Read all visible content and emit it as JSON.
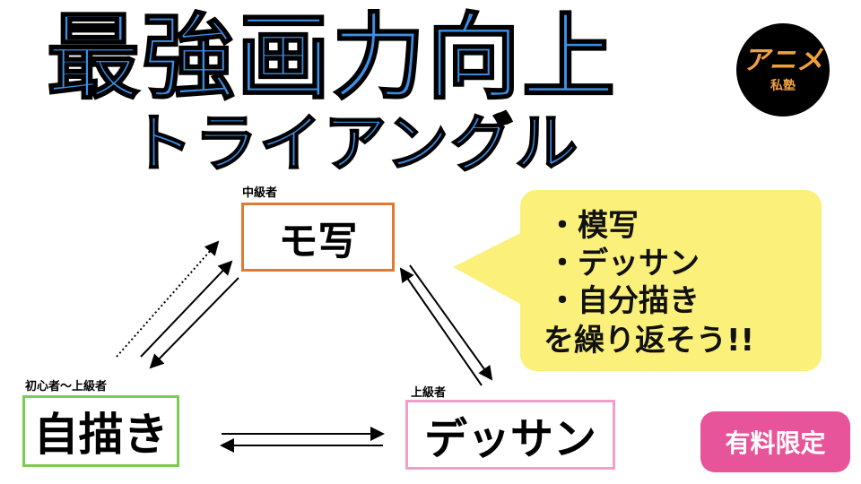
{
  "title": {
    "line1": "最強画力向上",
    "line2": "トライアングル"
  },
  "logo": {
    "main": "アニメ",
    "sub": "私塾"
  },
  "nodes": {
    "mosha": {
      "label": "モ写",
      "level": "中級者",
      "color": "#e07a30"
    },
    "jibyo": {
      "label": "自描き",
      "level": "初心者〜上級者",
      "color": "#7ccc52"
    },
    "dessin": {
      "label": "デッサン",
      "level": "上級者",
      "color": "#f0a0c8"
    }
  },
  "callout": {
    "items": [
      "・模写",
      "・デッサン",
      "・自分描き"
    ],
    "footer": "を繰り返そう!!",
    "color": "#fbf07a"
  },
  "badge": {
    "label": "有料限定",
    "color": "#e8549a"
  },
  "colors": {
    "title": "#3d8fe6"
  }
}
